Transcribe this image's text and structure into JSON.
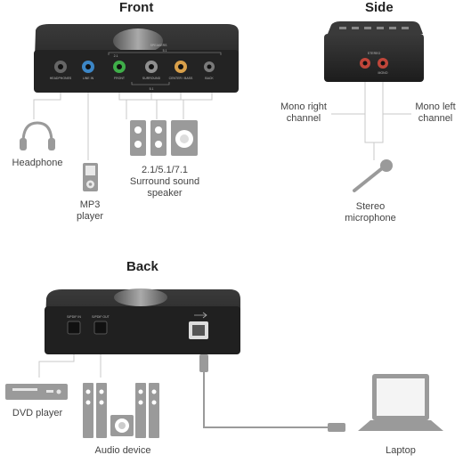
{
  "sections": {
    "front": "Front",
    "side": "Side",
    "back": "Back"
  },
  "front_ports": {
    "headphones": "HEADPHONES",
    "line_in": "LINE IN",
    "front": "FRONT",
    "surround": "SURROUND",
    "center_bass": "CENTER / BASS",
    "back": "BACK",
    "speaker_label": "SPEAKERS",
    "ch_top": "5.1",
    "ch_bottom": "5.1",
    "ch_left": "2.1"
  },
  "side_ports": {
    "stereo": "STEREO",
    "mono": "MONO"
  },
  "back_ports": {
    "spdif_in": "S/PDIF IN",
    "spdif_out": "S/PDIF OUT"
  },
  "devices": {
    "headphone": "Headphone",
    "mp3_line1": "MP3",
    "mp3_line2": "player",
    "speaker_line1": "2.1/5.1/7.1",
    "speaker_line2": "Surround sound",
    "speaker_line3": "speaker",
    "mono_right_line1": "Mono right",
    "mono_right_line2": "channel",
    "mono_left_line1": "Mono left",
    "mono_left_line2": "channel",
    "mic_line1": "Stereo",
    "mic_line2": "microphone",
    "dvd": "DVD player",
    "audio": "Audio device",
    "laptop": "Laptop"
  },
  "colors": {
    "device_body": "#2a2a2a",
    "line": "#c8c8c8",
    "jack_green": "#3fae49",
    "jack_blue": "#3c86c6",
    "jack_orange": "#d9a04a",
    "jack_red": "#c0463a",
    "icon_gray": "#9a9a9a"
  }
}
